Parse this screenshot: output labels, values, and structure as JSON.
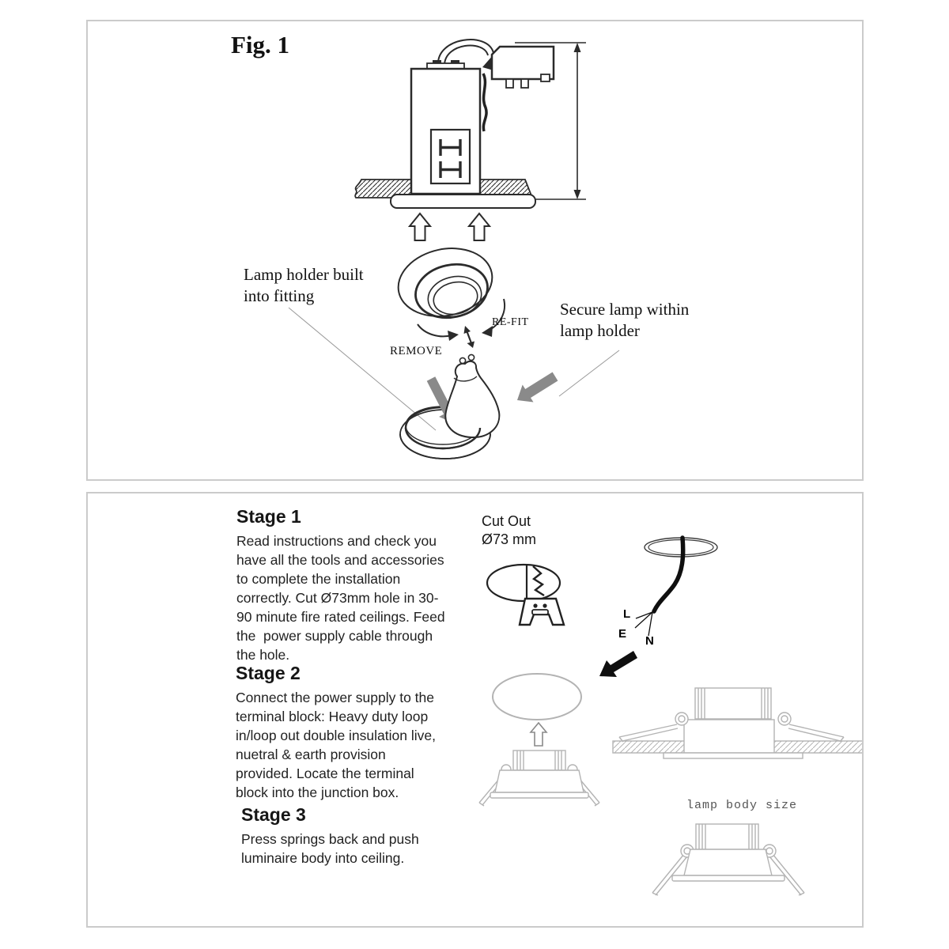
{
  "fig1": {
    "title": "Fig. 1",
    "label_lamp_holder": "Lamp holder built\ninto fitting",
    "label_secure": "Secure lamp within\nlamp holder",
    "label_refit": "RE-FIT",
    "label_remove": "REMOVE"
  },
  "stages": [
    {
      "title": "Stage 1",
      "body": "Read instructions and check you\nhave all the tools and accessories\nto complete the installation\ncorrectly. Cut Ø73mm hole in 30-\n90 minute fire rated ceilings. Feed\nthe  power supply cable through\nthe hole."
    },
    {
      "title": "Stage 2",
      "body": "Connect the power supply to the\nterminal block: Heavy duty loop\nin/loop out double insulation live,\nnuetral & earth provision\nprovided. Locate the terminal\nblock into the junction box."
    },
    {
      "title": "Stage 3",
      "body": "Press springs back and push\nluminaire body into ceiling."
    }
  ],
  "cutout": {
    "title": "Cut Out",
    "size": "Ø73 mm"
  },
  "wires": {
    "live": "L",
    "earth": "E",
    "neutral": "N"
  },
  "lamp_body_size": "lamp body size",
  "colors": {
    "line_dark": "#2b2b2b",
    "line_light_gray": "#b3b3b3",
    "arrow_gray": "#8a8a8a",
    "cable_black": "#0f0f0f",
    "panel_border": "#cbcbcb"
  }
}
